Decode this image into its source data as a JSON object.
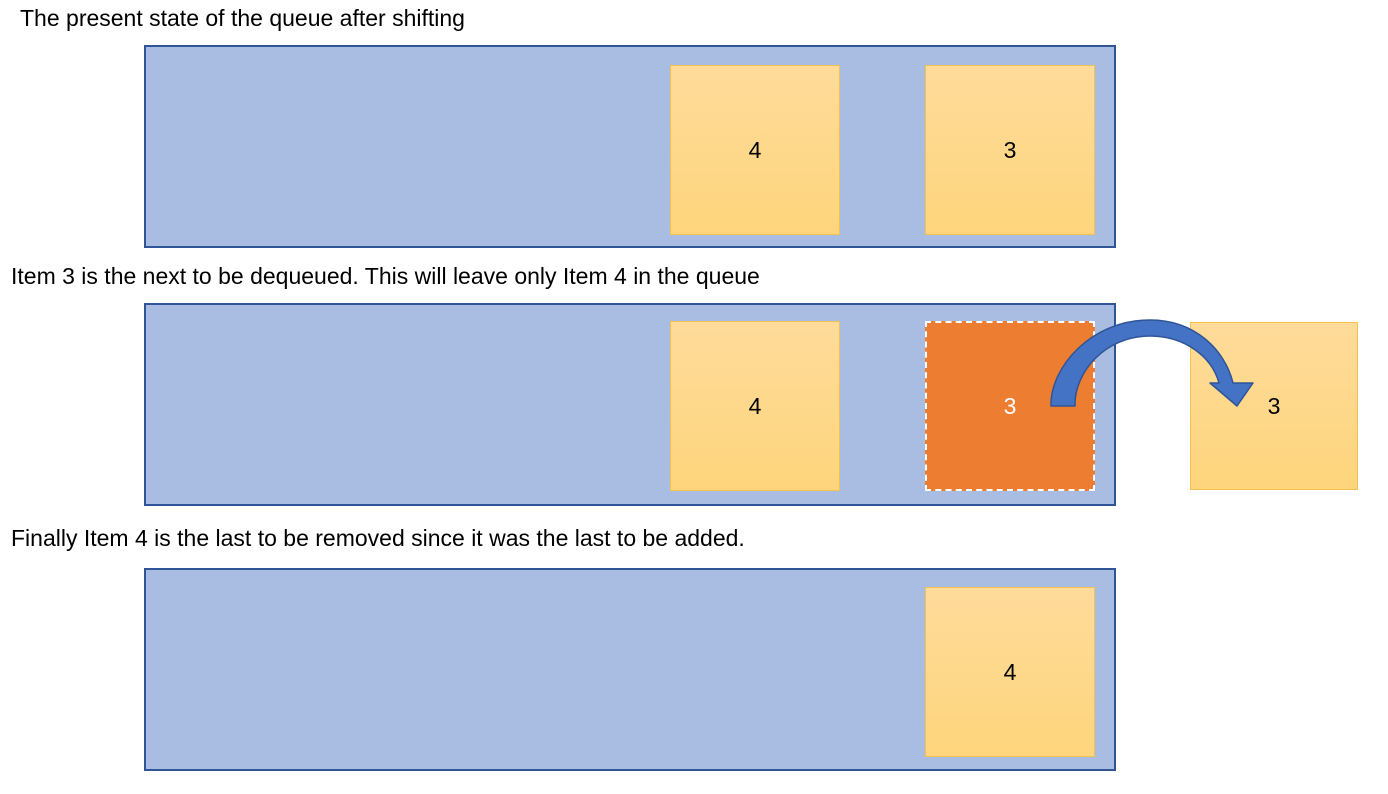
{
  "captions": {
    "step1": "The present state of the queue after shifting",
    "step2": "Item 3 is the next to be dequeued.  This will leave only Item 4 in the queue",
    "step3": "Finally Item 4 is the last to be removed since it was the last to be added."
  },
  "queue1": {
    "items": [
      "4",
      "3"
    ]
  },
  "queue2": {
    "items": [
      "4",
      "3"
    ],
    "dequeuing_item": "3",
    "removed_item": "3"
  },
  "queue3": {
    "items": [
      "4"
    ]
  },
  "colors": {
    "queue_fill": "#a9bde3",
    "queue_border": "#2f5597",
    "item_fill": "#fed57c",
    "dequeue_highlight": "#ed7d31",
    "arrow": "#4472c4"
  }
}
